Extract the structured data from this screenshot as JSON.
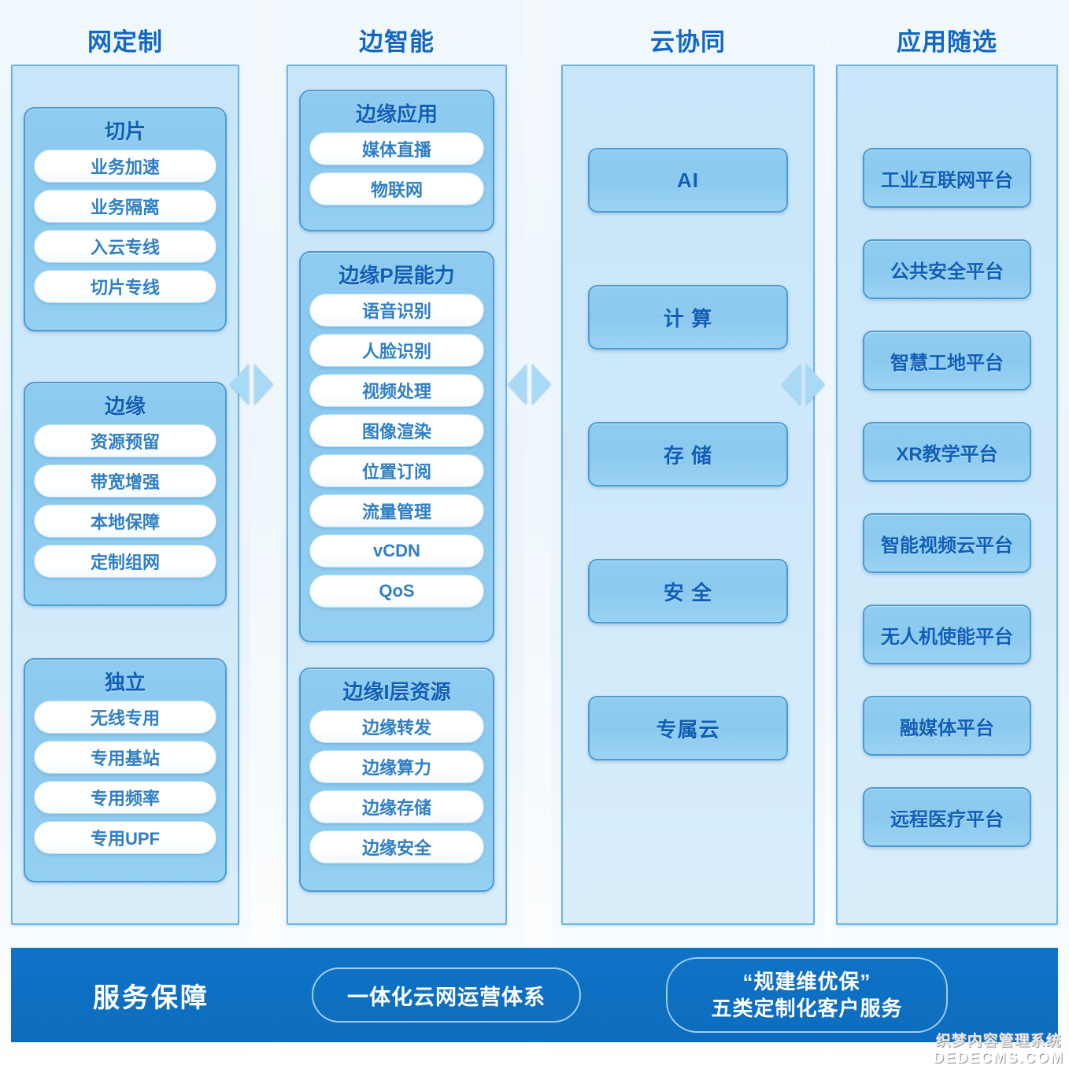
{
  "columns": [
    {
      "title": "网定制",
      "groups": [
        {
          "title": "切片",
          "items": [
            "业务加速",
            "业务隔离",
            "入云专线",
            "切片专线"
          ]
        },
        {
          "title": "边缘",
          "items": [
            "资源预留",
            "带宽增强",
            "本地保障",
            "定制组网"
          ]
        },
        {
          "title": "独立",
          "items": [
            "无线专用",
            "专用基站",
            "专用频率",
            "专用UPF"
          ]
        }
      ]
    },
    {
      "title": "边智能",
      "groups": [
        {
          "title": "边缘应用",
          "items": [
            "媒体直播",
            "物联网"
          ]
        },
        {
          "title": "边缘P层能力",
          "items": [
            "语音识别",
            "人脸识别",
            "视频处理",
            "图像渲染",
            "位置订阅",
            "流量管理",
            "vCDN",
            "QoS"
          ]
        },
        {
          "title": "边缘I层资源",
          "items": [
            "边缘转发",
            "边缘算力",
            "边缘存储",
            "边缘安全"
          ]
        }
      ]
    },
    {
      "title": "云协同",
      "cards": [
        "AI",
        "计 算",
        "存 储",
        "安 全",
        "专属云"
      ]
    },
    {
      "title": "应用随选",
      "cards": [
        "工业互联网平台",
        "公共安全平台",
        "智慧工地平台",
        "XR教学平台",
        "智能视频云平台",
        "无人机使能平台",
        "融媒体平台",
        "远程医疗平台"
      ]
    }
  ],
  "connectors": [
    {
      "left_icon": "triangle-left-icon",
      "right_icon": "triangle-right-icon"
    },
    {
      "left_icon": "triangle-left-icon",
      "right_icon": "triangle-right-icon"
    },
    {
      "left_icon": "triangle-left-icon",
      "right_icon": "triangle-right-icon"
    }
  ],
  "service_bar": {
    "label": "服务保障",
    "pill1": "一体化云网运营体系",
    "pill2_line1": "“规建维优保”",
    "pill2_line2": "五类定制化客户服务"
  },
  "watermark": {
    "line1": "织梦内容管理系统",
    "line2": "DEDECMS.COM"
  },
  "colors": {
    "title_blue": "#1268c3",
    "column_fill": "#cfe9fa",
    "column_border": "#6cb4e4",
    "group_fill": "#8bc9ef",
    "group_border": "#4a9bd6",
    "pill_fill": "#ffffff",
    "pill_text": "#2f7fc4",
    "bar_blue": "#0d6cbd",
    "arrow_fill": "#a9daf5"
  }
}
